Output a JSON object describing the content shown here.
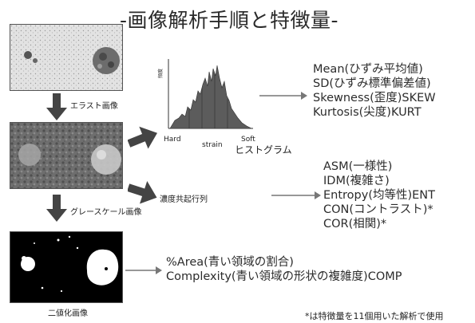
{
  "title": "-画像解析手順と特徴量-",
  "images": {
    "elast_caption": "エラスト画像",
    "gray_caption": "グレースケール画像",
    "binary_caption": "二値化画像"
  },
  "histogram": {
    "caption": "ヒストグラム",
    "ylabel": "頻度",
    "x_left": "Hard",
    "x_mid": "strain",
    "x_right": "Soft"
  },
  "glcm_label": "濃度共起行列",
  "features_hist": [
    "Mean(ひずみ平均値)",
    "SD(ひずみ標準偏差値)",
    "Skewness(歪度)SKEW",
    "Kurtosis(尖度)KURT"
  ],
  "features_glcm": [
    "ASM(一様性)",
    "IDM(複雑さ)",
    "Entropy(均等性)ENT",
    "CON(コントラスト)*",
    "COR(相関)*"
  ],
  "features_binary": [
    "%Area(青い領域の割合)",
    "Complexity(青い領域の形状の複雑度)COMP"
  ],
  "footnote": "*は特徴量を11個用いた解析で使用"
}
